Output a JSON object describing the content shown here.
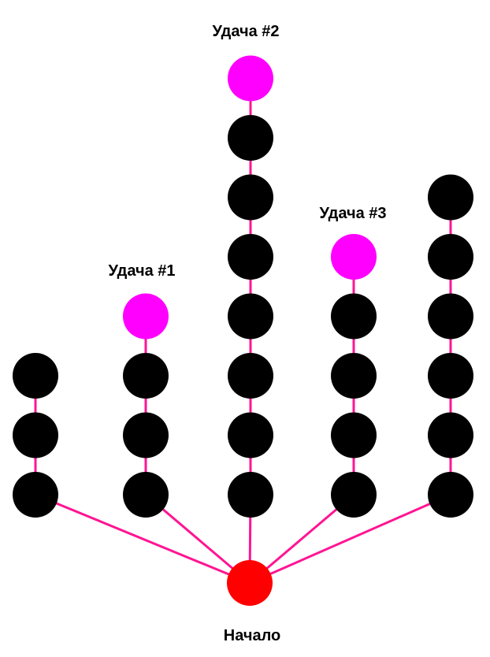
{
  "labels": {
    "start": "Начало",
    "success_1": "Удача #1",
    "success_2": "Удача #2",
    "success_3": "Удача #3"
  },
  "colors": {
    "edge": "#ff1493",
    "node": "#000000",
    "success": "#ff00ff",
    "start": "#ff0000"
  },
  "branches": [
    {
      "name": "branch-1",
      "nodes": 3,
      "ends_in_success": false
    },
    {
      "name": "branch-2",
      "nodes": 4,
      "ends_in_success": true,
      "success_label": "success_1"
    },
    {
      "name": "branch-3",
      "nodes": 8,
      "ends_in_success": true,
      "success_label": "success_2"
    },
    {
      "name": "branch-4",
      "nodes": 5,
      "ends_in_success": true,
      "success_label": "success_3"
    },
    {
      "name": "branch-5",
      "nodes": 6,
      "ends_in_success": false
    }
  ]
}
